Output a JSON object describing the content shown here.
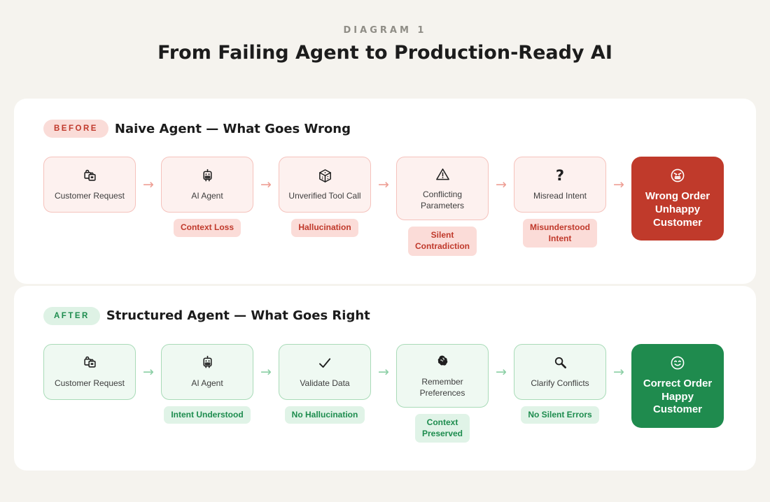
{
  "page": {
    "eyebrow": "DIAGRAM 1",
    "title": "From Failing Agent to Production-Ready AI"
  },
  "flow_arrow": "→",
  "colors": {
    "page_background": "#f5f3ee",
    "panel_background": "#ffffff",
    "red": {
      "pill_bg": "#fadcd8",
      "accent": "#c0392b",
      "card_bg": "#fdf1ef",
      "card_border": "#f5c2bc",
      "badge_bg": "#fbdcd8",
      "arrow": "#ee9f95",
      "result_bg": "#c03a2b",
      "result_text": "#ffffff"
    },
    "green": {
      "pill_bg": "#def2e5",
      "accent": "#1d8c4e",
      "card_bg": "#eff9f2",
      "card_border": "#a9dbb8",
      "badge_bg": "#e0f3e7",
      "arrow": "#8bcfa5",
      "result_bg": "#1f8b4e",
      "result_text": "#ffffff"
    }
  },
  "sections": [
    {
      "badge": "BEFORE",
      "heading": "Naive Agent — What Goes Wrong",
      "theme": "red",
      "steps": [
        {
          "icon": "shopping-bags-icon",
          "label": "Customer Request"
        },
        {
          "icon": "robot-icon",
          "label": "AI Agent",
          "badge": "Context Loss"
        },
        {
          "icon": "dice-icon",
          "label": "Unverified Tool Call",
          "badge": "Hallucination"
        },
        {
          "icon": "warning-triangle-icon",
          "label": "Conflicting\nParameters",
          "badge": "Silent\nContradiction"
        },
        {
          "icon": "question-mark-icon",
          "label": "Misread Intent",
          "badge": "Misunderstood\nIntent"
        }
      ],
      "result": {
        "icon": "angry-face-icon",
        "text": "Wrong Order\nUnhappy\nCustomer"
      }
    },
    {
      "badge": "AFTER",
      "heading": "Structured Agent — What Goes Right",
      "theme": "green",
      "steps": [
        {
          "icon": "shopping-bags-icon",
          "label": "Customer Request"
        },
        {
          "icon": "robot-icon",
          "label": "AI Agent",
          "badge": "Intent Understood"
        },
        {
          "icon": "checkmark-icon",
          "label": "Validate Data",
          "badge": "No Hallucination"
        },
        {
          "icon": "brain-icon",
          "label": "Remember\nPreferences",
          "badge": "Context\nPreserved"
        },
        {
          "icon": "magnifying-glass-icon",
          "label": "Clarify Conflicts",
          "badge": "No Silent Errors"
        }
      ],
      "result": {
        "icon": "smiling-face-icon",
        "text": "Correct Order\nHappy\nCustomer"
      }
    }
  ]
}
